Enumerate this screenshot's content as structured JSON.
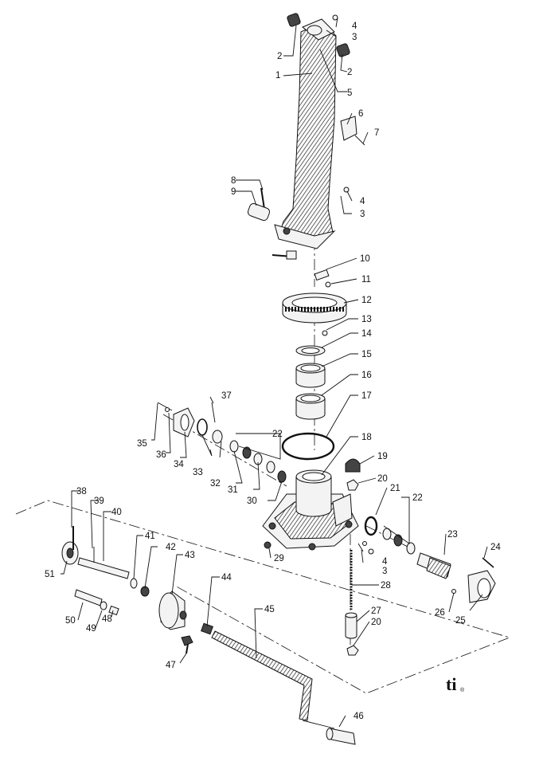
{
  "diagram": {
    "callouts": [
      "1",
      "2",
      "2",
      "3",
      "3",
      "3",
      "4",
      "4",
      "4",
      "5",
      "6",
      "7",
      "8",
      "9",
      "10",
      "11",
      "12",
      "13",
      "14",
      "15",
      "16",
      "17",
      "18",
      "19",
      "20",
      "20",
      "21",
      "22",
      "22",
      "23",
      "24",
      "25",
      "26",
      "27",
      "28",
      "29",
      "30",
      "31",
      "32",
      "33",
      "34",
      "35",
      "36",
      "37",
      "38",
      "39",
      "40",
      "41",
      "42",
      "43",
      "44",
      "45",
      "46",
      "47",
      "48",
      "49",
      "50",
      "51"
    ],
    "logo_text": "ti",
    "logo_mark": "®"
  }
}
